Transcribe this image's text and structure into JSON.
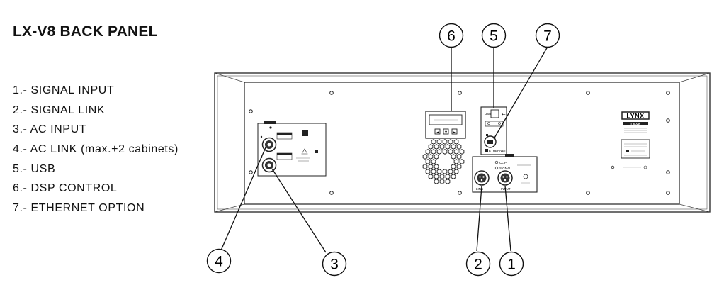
{
  "title": "LX-V8 BACK PANEL",
  "legend": [
    "1.- SIGNAL INPUT",
    "2.- SIGNAL LINK",
    "3.- AC INPUT",
    "4.- AC LINK (max.+2 cabinets)",
    "5.- USB",
    "6.- DSP CONTROL",
    "7.- ETHERNET OPTION"
  ],
  "callouts": {
    "c1": "1",
    "c2": "2",
    "c3": "3",
    "c4": "4",
    "c5": "5",
    "c6": "6",
    "c7": "7"
  },
  "panel_text": {
    "brand": "LYNX",
    "model": "LX-V8",
    "usb": "USB",
    "ethernet": "ETHERNET",
    "link": "LINK",
    "input": "INPUT",
    "clip": "CLIP",
    "signal": "SIGNAL"
  }
}
